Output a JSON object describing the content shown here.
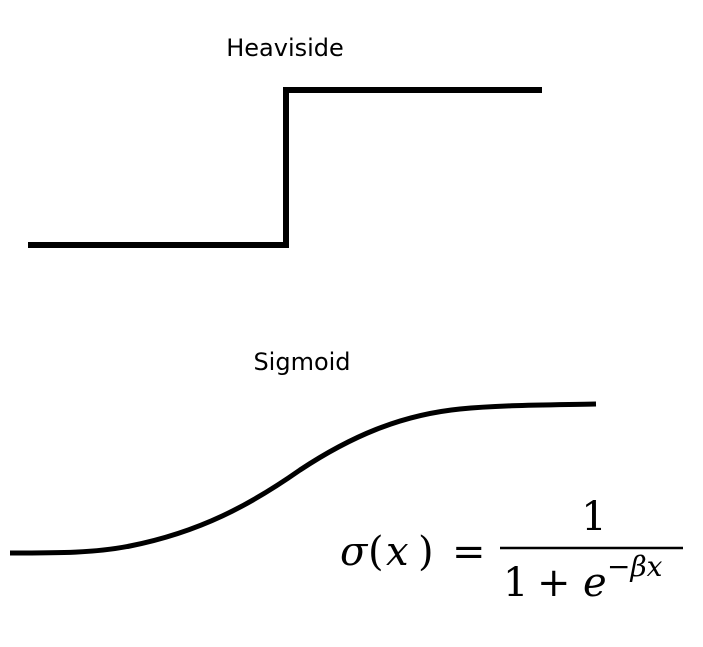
{
  "diagram": {
    "heaviside": {
      "title": "Heaviside"
    },
    "sigmoid": {
      "title": "Sigmoid",
      "formula": {
        "lhs_func": "σ",
        "lhs_open": "(",
        "lhs_var": "x",
        "lhs_close": ")",
        "equals": "=",
        "numerator": "1",
        "denominator_const": "1",
        "plus": "+",
        "denominator_base": "e",
        "exponent": "−βx"
      }
    },
    "line_color": "#000000"
  }
}
